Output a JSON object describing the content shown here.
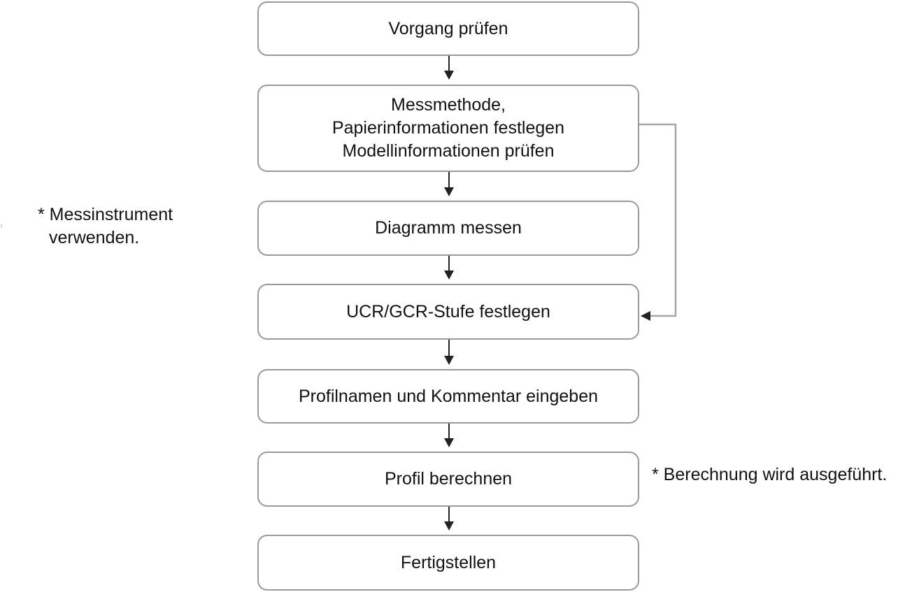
{
  "steps": [
    {
      "id": "check-process",
      "label": "Vorgang prüfen"
    },
    {
      "id": "set-method",
      "label": "Messmethode,\nPapierinformationen festlegen\nModellinformationen prüfen"
    },
    {
      "id": "measure-chart",
      "label": "Diagramm messen"
    },
    {
      "id": "set-ucr-gcr",
      "label": "UCR/GCR-Stufe festlegen"
    },
    {
      "id": "enter-name",
      "label": "Profilnamen und Kommentar eingeben"
    },
    {
      "id": "calculate-profile",
      "label": "Profil berechnen"
    },
    {
      "id": "finish",
      "label": "Fertigstellen"
    }
  ],
  "notes": {
    "instrument": {
      "line1": "* Messinstrument",
      "line2": "verwenden."
    },
    "calculation": {
      "line1": "* Berechnung wird ausgeführt."
    }
  },
  "edges": [
    {
      "from": "check-process",
      "to": "set-method"
    },
    {
      "from": "set-method",
      "to": "measure-chart"
    },
    {
      "from": "measure-chart",
      "to": "set-ucr-gcr"
    },
    {
      "from": "set-ucr-gcr",
      "to": "enter-name"
    },
    {
      "from": "enter-name",
      "to": "calculate-profile"
    },
    {
      "from": "calculate-profile",
      "to": "finish"
    },
    {
      "from": "set-method",
      "to": "set-ucr-gcr",
      "route": "right-bypass"
    }
  ],
  "colors": {
    "box_border": "#9a9a9a",
    "arrow": "#222222",
    "bypass_line": "#a8a8a8",
    "text": "#111111"
  }
}
